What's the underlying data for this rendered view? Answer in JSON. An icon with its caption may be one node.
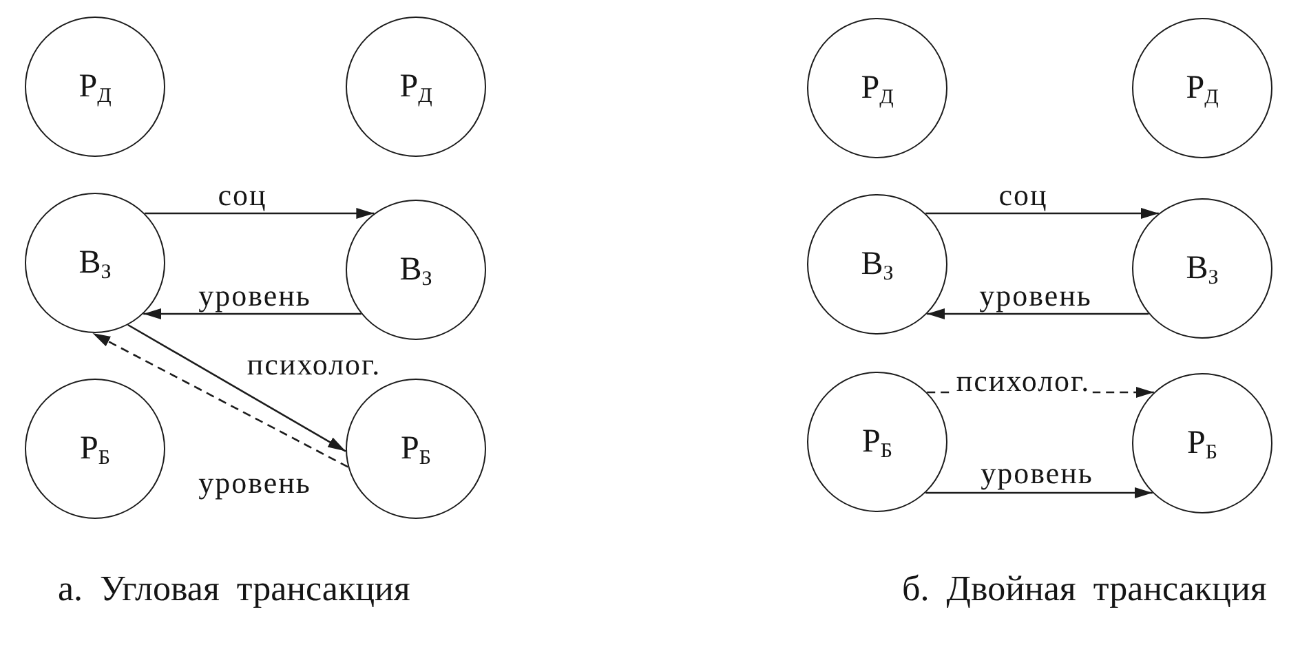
{
  "diagram": {
    "nodes": [
      {
        "text": [
          "Р$_{Д}$"
        ]
      },
      {
        "text": [
          "Р$_{Д}$"
        ]
      },
      {
        "text": [
          "В$_{З}$"
        ]
      },
      {
        "text": [
          "В$_{З}$"
        ]
      },
      {
        "text": [
          "Р$_{Б}$"
        ]
      },
      {
        "text": [
          "Р$_{Б}$"
        ]
      },
      {
        "text": [
          "Р$_{Д}$"
        ]
      },
      {
        "text": [
          "Р$_{Д}$"
        ]
      },
      {
        "text": [
          "В$_{З}$"
        ]
      },
      {
        "text": [
          "В$_{З}$"
        ]
      },
      {
        "text": [
          "Р$_{Б}$"
        ]
      },
      {
        "text": [
          "Р$_{Б}$"
        ]
      }
    ],
    "edges": [
      {
        "from": 2,
        "to": 3,
        "arrow": "to",
        "label": "соц"
      },
      {
        "from": 3,
        "to": 2,
        "arrow": "to",
        "label": "уровень"
      },
      {
        "from": 2,
        "to": 5,
        "arrow": "to",
        "label": "психолог."
      },
      {
        "from": 5,
        "to": 2,
        "arrow": "to",
        "label": "уровень",
        "style": "dashed"
      },
      {
        "from": 8,
        "to": 9,
        "arrow": "to",
        "label": "соц"
      },
      {
        "from": 9,
        "to": 8,
        "arrow": "to",
        "label": "уровень"
      },
      {
        "from": 10,
        "to": 11,
        "arrow": "to",
        "label": "психолог.",
        "style": "dashed"
      },
      {
        "from": 10,
        "to": 11,
        "arrow": "to",
        "label": "уровень"
      }
    ],
    "labels": [
      "а. Угловая трансакция",
      "б. Двойная трансакция"
    ]
  }
}
